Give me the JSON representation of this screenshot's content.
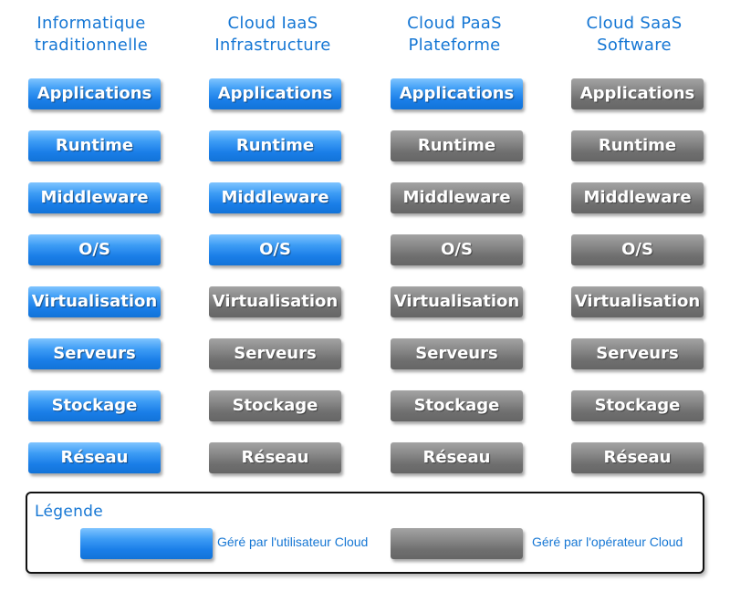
{
  "columns": [
    {
      "title_line1": "Informatique",
      "title_line2": "traditionnelle",
      "blocks": [
        {
          "label": "Applications",
          "managed_by": "user"
        },
        {
          "label": "Runtime",
          "managed_by": "user"
        },
        {
          "label": "Middleware",
          "managed_by": "user"
        },
        {
          "label": "O/S",
          "managed_by": "user"
        },
        {
          "label": "Virtualisation",
          "managed_by": "user"
        },
        {
          "label": "Serveurs",
          "managed_by": "user"
        },
        {
          "label": "Stockage",
          "managed_by": "user"
        },
        {
          "label": "Réseau",
          "managed_by": "user"
        }
      ]
    },
    {
      "title_line1": "Cloud IaaS",
      "title_line2": "Infrastructure",
      "blocks": [
        {
          "label": "Applications",
          "managed_by": "user"
        },
        {
          "label": "Runtime",
          "managed_by": "user"
        },
        {
          "label": "Middleware",
          "managed_by": "user"
        },
        {
          "label": "O/S",
          "managed_by": "user"
        },
        {
          "label": "Virtualisation",
          "managed_by": "operator"
        },
        {
          "label": "Serveurs",
          "managed_by": "operator"
        },
        {
          "label": "Stockage",
          "managed_by": "operator"
        },
        {
          "label": "Réseau",
          "managed_by": "operator"
        }
      ]
    },
    {
      "title_line1": "Cloud PaaS",
      "title_line2": "Plateforme",
      "blocks": [
        {
          "label": "Applications",
          "managed_by": "user"
        },
        {
          "label": "Runtime",
          "managed_by": "operator"
        },
        {
          "label": "Middleware",
          "managed_by": "operator"
        },
        {
          "label": "O/S",
          "managed_by": "operator"
        },
        {
          "label": "Virtualisation",
          "managed_by": "operator"
        },
        {
          "label": "Serveurs",
          "managed_by": "operator"
        },
        {
          "label": "Stockage",
          "managed_by": "operator"
        },
        {
          "label": "Réseau",
          "managed_by": "operator"
        }
      ]
    },
    {
      "title_line1": "Cloud SaaS",
      "title_line2": "Software",
      "blocks": [
        {
          "label": "Applications",
          "managed_by": "operator"
        },
        {
          "label": "Runtime",
          "managed_by": "operator"
        },
        {
          "label": "Middleware",
          "managed_by": "operator"
        },
        {
          "label": "O/S",
          "managed_by": "operator"
        },
        {
          "label": "Virtualisation",
          "managed_by": "operator"
        },
        {
          "label": "Serveurs",
          "managed_by": "operator"
        },
        {
          "label": "Stockage",
          "managed_by": "operator"
        },
        {
          "label": "Réseau",
          "managed_by": "operator"
        }
      ]
    }
  ],
  "legend": {
    "title": "Légende",
    "user_label": "Géré par l'utilisateur Cloud",
    "operator_label": "Géré par l'opérateur Cloud"
  },
  "colors": {
    "user": "#1a7ee8",
    "operator": "#777777",
    "title_text": "#1677d4"
  }
}
